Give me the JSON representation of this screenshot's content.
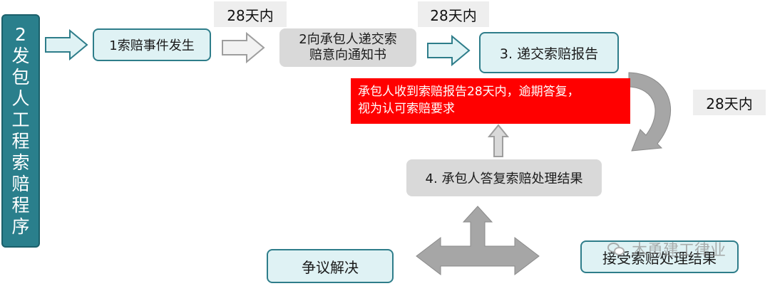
{
  "title": {
    "chars": [
      "2",
      "发",
      "包",
      "人",
      "工",
      "程",
      "索",
      "赔",
      "程",
      "序"
    ]
  },
  "steps": {
    "step1": "1索赔事件发生",
    "step2_line1": "2向承包人递交索",
    "step2_line2": "赔意向通知书",
    "step3": "3. 递交索赔报告",
    "step4": "4. 承包人答复索赔处理结果",
    "dispute": "争议解决",
    "accept": "接受索赔处理结果"
  },
  "deadlines": {
    "d1": "28天内",
    "d2": "28天内",
    "d3": "28天内"
  },
  "notice": {
    "line1": "承包人收到索赔报告28天内，逾期答复，",
    "line2": "视为认可索赔要求"
  },
  "watermark": "木勇建工律业",
  "colors": {
    "teal_border": "#2e7d8a",
    "teal_fill": "#dff2f4",
    "title_fill": "#2a7f8c",
    "notice_fill": "#ff0000",
    "arrow_grey": "#9e9e9e"
  }
}
